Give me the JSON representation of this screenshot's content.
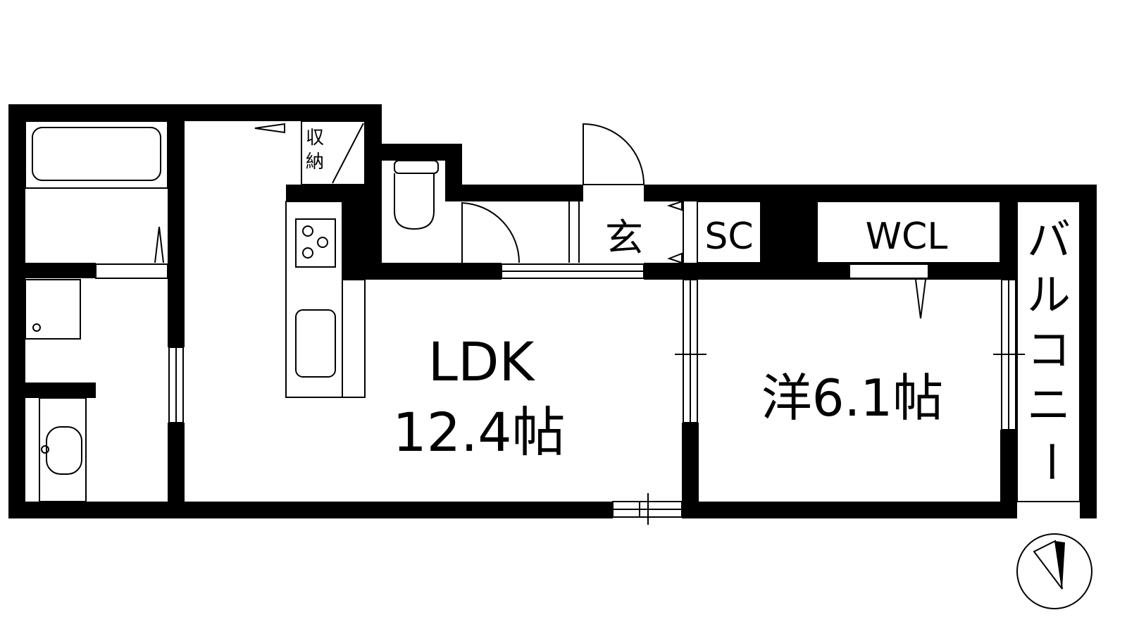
{
  "rooms": {
    "ldk_name": "LDK",
    "ldk_size": "12.4帖",
    "western_room": "洋6.1帖",
    "entrance": "玄",
    "shoe_closet": "SC",
    "walk_in_closet": "WCL",
    "storage_line1": "収",
    "storage_line2": "納",
    "balcony_chars": [
      "バ",
      "ル",
      "コ",
      "ニ",
      "ー"
    ]
  },
  "colors": {
    "wall": "#000000",
    "background": "#ffffff"
  }
}
